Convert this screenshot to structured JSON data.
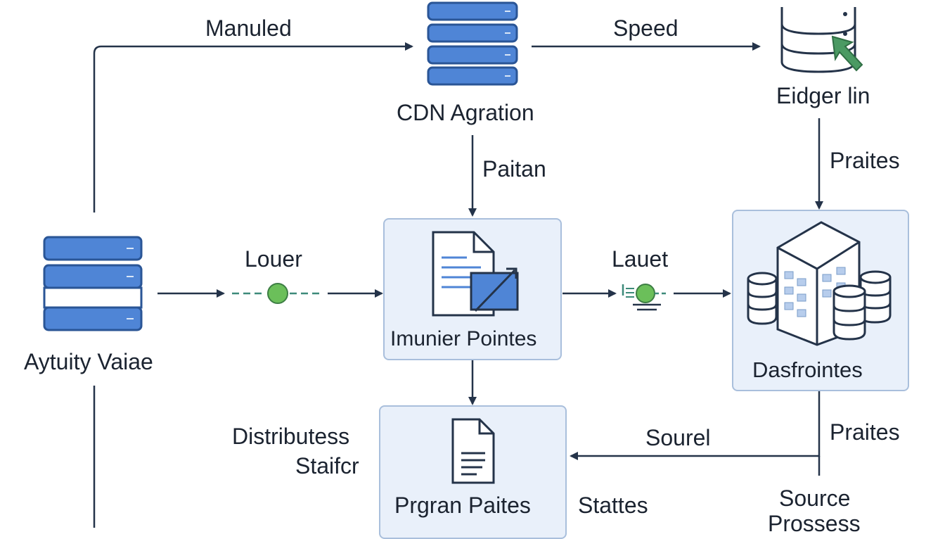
{
  "colors": {
    "arrow": "#243349",
    "db_fill": "#4f85d6",
    "db_stroke": "#2a5596",
    "box_fill": "#e9f0fa",
    "box_border": "#a9bfdc",
    "green_node": "#6bbf5a",
    "green_arrow": "#4b9a63",
    "dash": "#3d8a7a"
  },
  "nodes": {
    "cdn_agration": {
      "label": "CDN Agration",
      "icon": "server-rack-icon"
    },
    "eidger_lin": {
      "label": "Eidger lin",
      "icon": "database-cursor-icon"
    },
    "aytuity_vaiae": {
      "label": "Aytuity Vaiae",
      "icon": "server-rack-icon"
    },
    "imunier_pointes": {
      "label": "Imunier Pointes",
      "icon": "document-export-icon"
    },
    "dasfrointes": {
      "label": "Dasfrointes",
      "icon": "datacenter-building-icon"
    },
    "prgran_paites": {
      "label": "Prgran Paites",
      "icon": "document-icon"
    }
  },
  "edges": {
    "manuled": "Manuled",
    "speed": "Speed",
    "paitan": "Paitan",
    "praites_top": "Praites",
    "louer": "Louer",
    "lauet": "Lauet",
    "distributess": "Distributess",
    "staifcr": "Staifcr",
    "sourel": "Sourel",
    "praites_bottom": "Praites",
    "stattes": "Stattes",
    "source": "Source",
    "prossess": "Prossess"
  }
}
